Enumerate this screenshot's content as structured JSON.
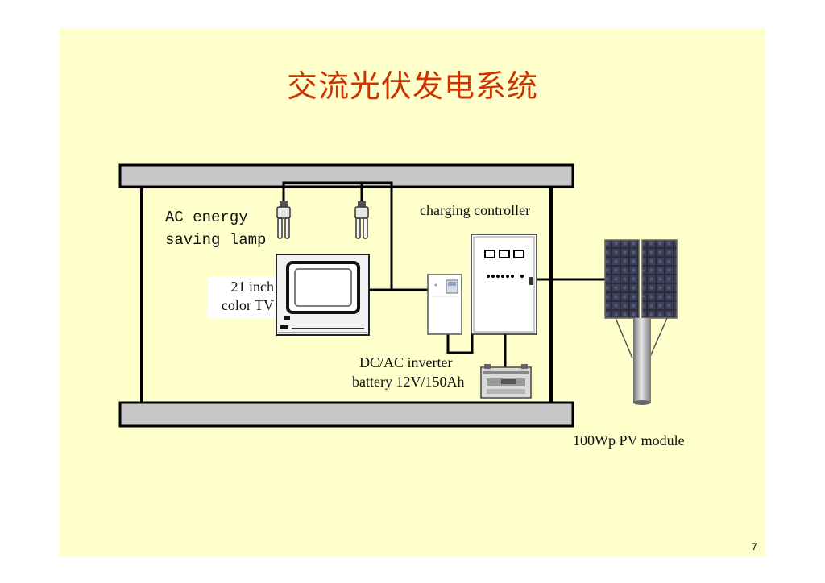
{
  "title": "交流光伏发电系统",
  "labels": {
    "lamp": "AC energy\nsaving lamp",
    "tv": "21 inch\ncolor TV",
    "controller": "charging controller",
    "inverter": "DC/AC inverter",
    "battery": "battery 12V/150Ah",
    "pv": "100Wp PV module"
  },
  "page_number": "7",
  "colors": {
    "slide_background": "#ffffcc",
    "title": "#cc3300"
  }
}
